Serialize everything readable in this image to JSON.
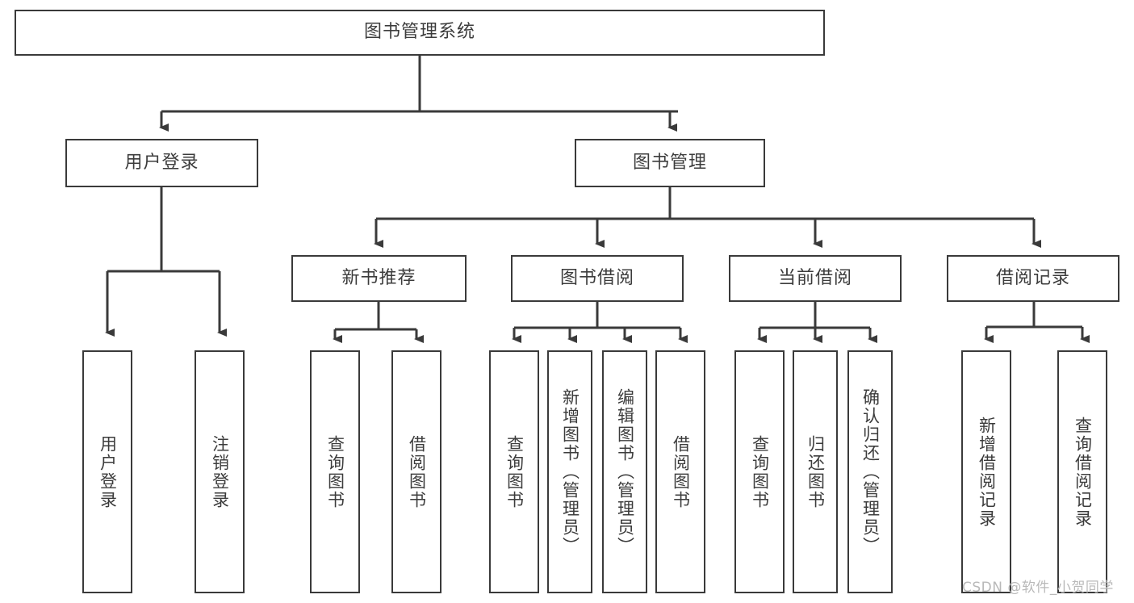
{
  "diagram": {
    "title": "图书管理系统",
    "watermark": "CSDN @软件_小贺同学",
    "colors": {
      "stroke": "#3a3a3a",
      "text": "#3c3c3c",
      "background": "#ffffff",
      "watermark": "#b9b9b9"
    },
    "root": {
      "label": "图书管理系统"
    },
    "level2": [
      {
        "label": "用户登录"
      },
      {
        "label": "图书管理"
      }
    ],
    "level3": [
      {
        "label": "新书推荐"
      },
      {
        "label": "图书借阅"
      },
      {
        "label": "当前借阅"
      },
      {
        "label": "借阅记录"
      }
    ],
    "leaves": [
      {
        "label": "用户登录"
      },
      {
        "label": "注销登录"
      },
      {
        "label": "查询图书"
      },
      {
        "label": "借阅图书"
      },
      {
        "label": "查询图书"
      },
      {
        "label": "新增图书（管理员）"
      },
      {
        "label": "编辑图书（管理员）"
      },
      {
        "label": "借阅图书"
      },
      {
        "label": "查询图书"
      },
      {
        "label": "归还图书"
      },
      {
        "label": "确认归还（管理员）"
      },
      {
        "label": "新增借阅记录"
      },
      {
        "label": "查询借阅记录"
      }
    ]
  }
}
